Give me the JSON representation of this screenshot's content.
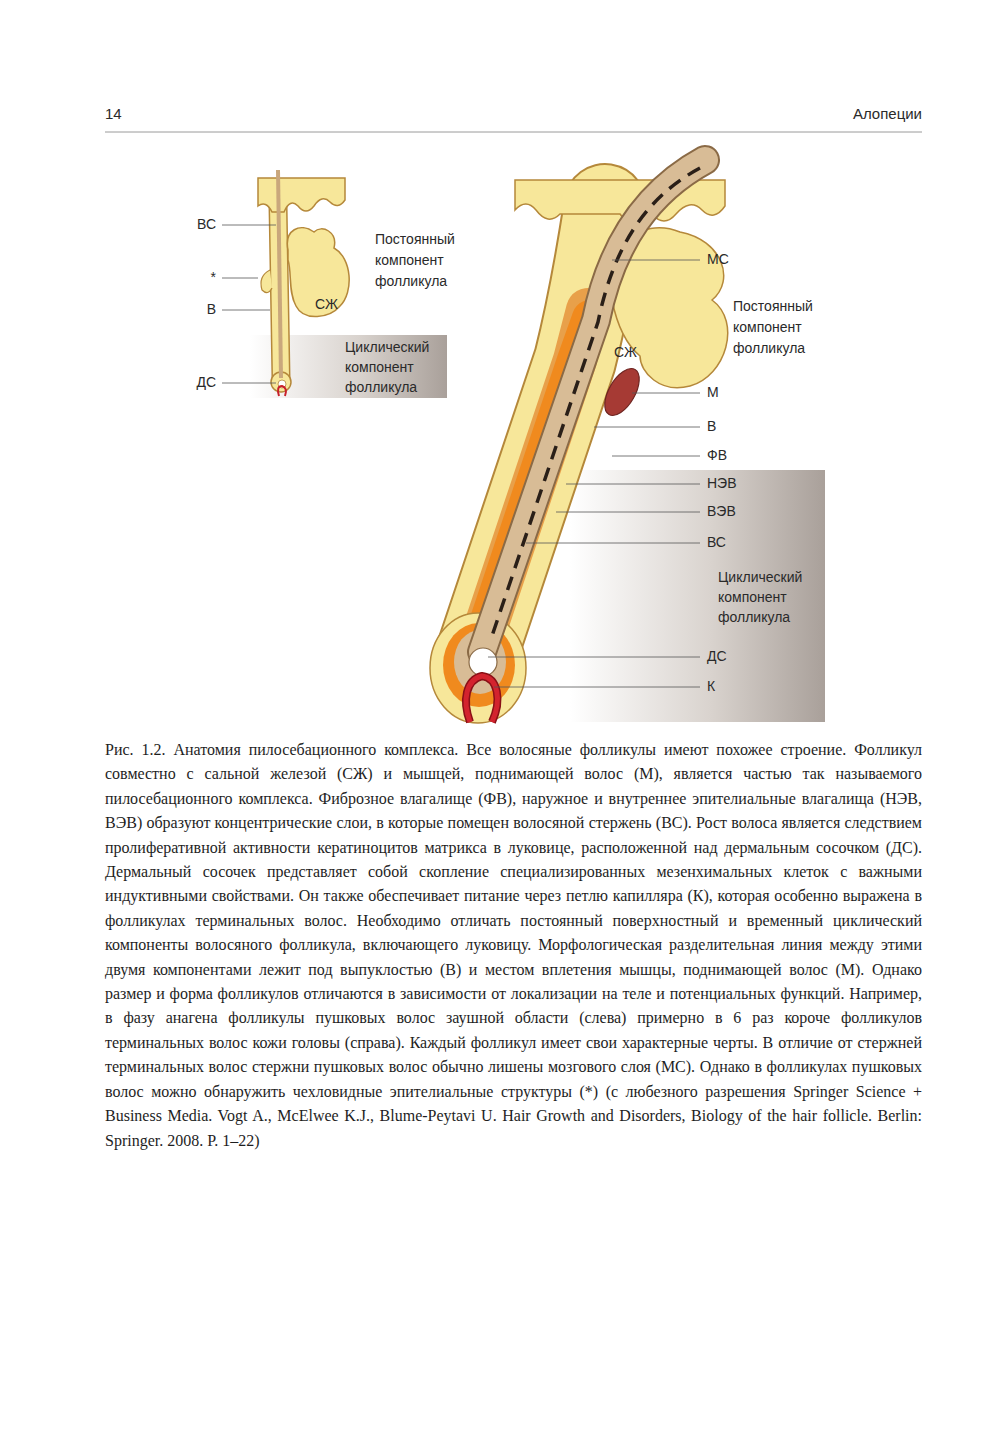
{
  "diagram": {
    "caption": "Рис. 1.2. Анатомия пилосебационного комплекса. Все волосяные фолликулы имеют похожее строение. Фолликул совместно с сальной железой (СЖ) и мышцей, поднимающей волос (М), является частью так называемого пилосебационного комплекса. Фиброзное влагалище (ФВ), наружное и внутреннее эпителиальные влагалища (НЭВ, ВЭВ) образуют концентрические слои, в которые помещен волосяной стержень (ВС). Рост волоса является следствием пролиферативной активности кератиноцитов матрикса в луковице, расположенной над дермальным сосочком (ДС). Дермальный сосочек представляет собой скопление специализированных мезенхимальных клеток с важными индуктивными свойствами. Он также обеспечивает питание через петлю капилляра (К), которая особенно выражена в фолликулах терминальных волос. Необходимо отличать постоянный поверхностный и временный циклический компоненты волосяного фолликула, включающего луковицу. Морфологическая разделительная линия между этими двумя компонентами лежит под выпуклостью (В) и местом вплетения мышцы, поднимающей волос (М). Однако размер и форма фолликулов отличаются в зависимости от локализации на теле и потенциальных функций. Например, в фазу анагена фолликулы пушковых волос заушной области (слева) примерно в 6 раз короче фолликулов терминальных волос кожи головы (справа). Каждый фолликул имеет свои характерные черты. В отличие от стержней терминальных волос стержни пушковых волос обычно лишены мозгового слоя (МС). Однако в фолликулах пушковых волос можно обнаружить чехловидные эпителиальные структуры (*) (с любезного разрешения Springer Science + Business Media. Vogt A., McElwee K.J., Blume-Peytavi U. Hair Growth and Disorders, Biology of the hair follicle. Berlin: Springer. 2008. P. 1–22)",
    "nodes": [
      {
        "text": [
          "Циклический компонент фолликула"
        ]
      },
      {
        "text": [
          "Циклический компонент фолликула"
        ]
      }
    ],
    "labels": [
      "14",
      "Алопеции",
      "ВС",
      "*",
      "В",
      "ДС",
      "Постоянный компонент фолликула",
      "СЖ",
      "МС",
      "Постоянный компонент фолликула",
      "СЖ",
      "М",
      "В",
      "ФВ",
      "НЭВ",
      "ВЭВ",
      "ВС",
      "ДС",
      "К"
    ]
  }
}
